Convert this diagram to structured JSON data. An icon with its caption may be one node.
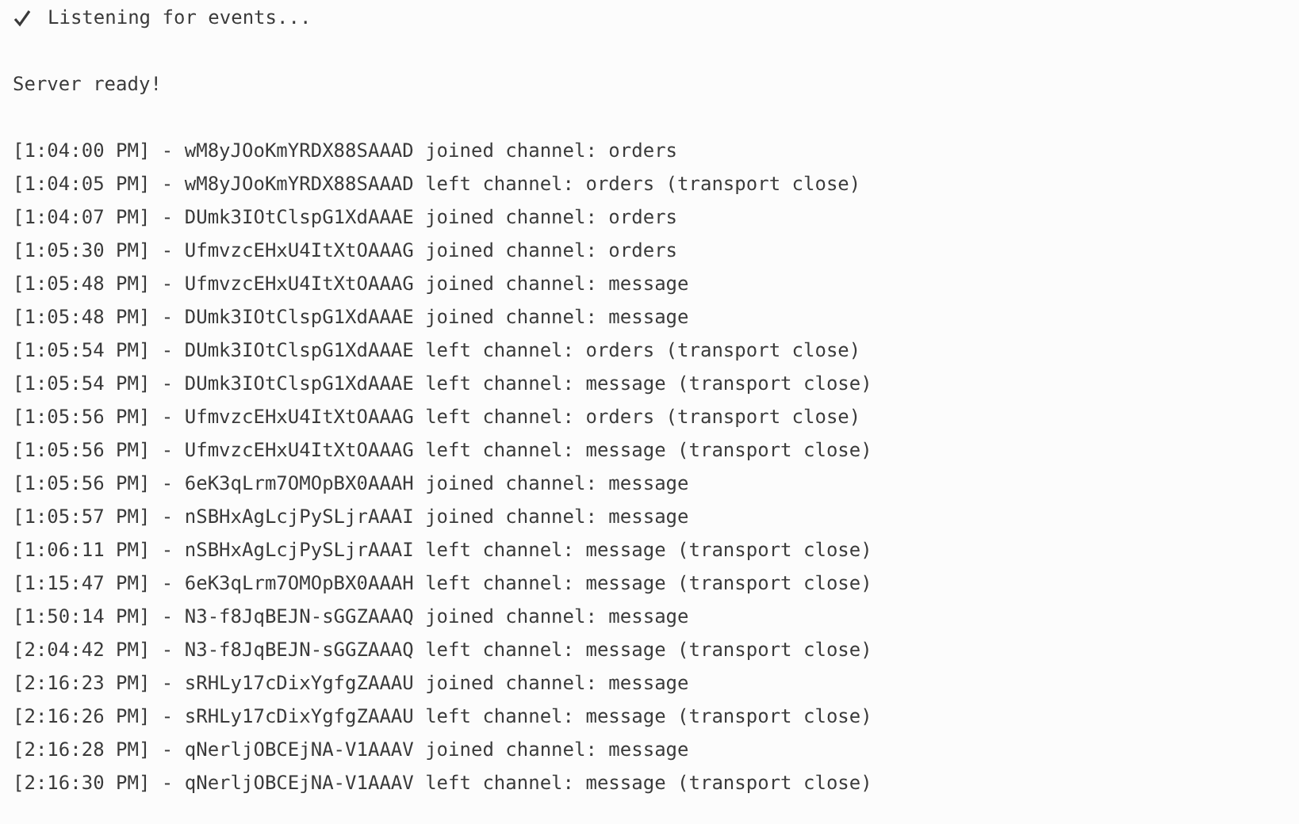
{
  "diagram": {
    "labels": [
      "Listening for events...",
      "Server ready!",
      "[1:04:00 PM] - wM8yJOoKmYRDX88SAAAD joined channel: orders",
      "[1:04:05 PM] - wM8yJOoKmYRDX88SAAAD left channel: orders (transport close)",
      "[1:04:07 PM] - DUmk3IOtClspG1XdAAAE joined channel: orders",
      "[1:05:30 PM] - UfmvzcEHxU4ItXtOAAAG joined channel: orders",
      "[1:05:48 PM] - UfmvzcEHxU4ItXtOAAAG joined channel: message",
      "[1:05:48 PM] - DUmk3IOtClspG1XdAAAE joined channel: message",
      "[1:05:54 PM] - DUmk3IOtClspG1XdAAAE left channel: orders (transport close)",
      "[1:05:54 PM] - DUmk3IOtClspG1XdAAAE left channel: message (transport close)",
      "[1:05:56 PM] - UfmvzcEHxU4ItXtOAAAG left channel: orders (transport close)",
      "[1:05:56 PM] - UfmvzcEHxU4ItXtOAAAG left channel: message (transport close)",
      "[1:05:56 PM] - 6eK3qLrm7OMOpBX0AAAH joined channel: message",
      "[1:05:57 PM] - nSBHxAgLcjPySLjrAAAI joined channel: message",
      "[1:06:11 PM] - nSBHxAgLcjPySLjrAAAI left channel: message (transport close)",
      "[1:15:47 PM] - 6eK3qLrm7OMOpBX0AAAH left channel: message (transport close)",
      "[1:50:14 PM] - N3-f8JqBEJN-sGGZAAAQ joined channel: message",
      "[2:04:42 PM] - N3-f8JqBEJN-sGGZAAAQ left channel: message (transport close)",
      "[2:16:23 PM] - sRHLy17cDixYgfgZAAAU joined channel: message",
      "[2:16:26 PM] - sRHLy17cDixYgfgZAAAU left channel: message (transport close)",
      "[2:16:28 PM] - qNerljOBCEjNA-V1AAAV joined channel: message",
      "[2:16:30 PM] - qNerljOBCEjNA-V1AAAV left channel: message (transport close)"
    ]
  }
}
